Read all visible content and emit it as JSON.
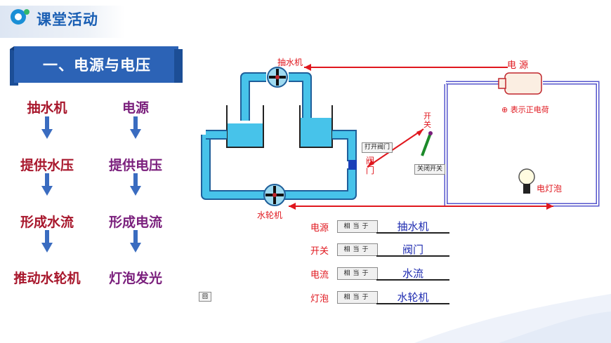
{
  "header": {
    "title": "课堂活动"
  },
  "banner": {
    "title": "一、电源与电压"
  },
  "flow": {
    "left": [
      "抽水机",
      "提供水压",
      "形成水流",
      "推动水轮机"
    ],
    "right": [
      "电源",
      "提供电压",
      "形成电流",
      "灯泡发光"
    ]
  },
  "diagram": {
    "pump_label": "抽水机",
    "turbine_label": "水轮机",
    "source_label": "电 源",
    "charge_label": "⊕ 表示正电荷",
    "switch_label": "开关",
    "valve_label": "阀门",
    "open_valve_btn": "打开阀门",
    "close_switch_btn": "关闭开关",
    "bulb_label": "电灯泡",
    "back_btn": "回"
  },
  "analogy": {
    "button_label": "相当于",
    "rows": [
      {
        "left": "电源",
        "answer": "抽水机"
      },
      {
        "left": "开关",
        "answer": "阀门"
      },
      {
        "left": "电流",
        "answer": "水流"
      },
      {
        "left": "灯泡",
        "answer": "水轮机"
      }
    ]
  },
  "colors": {
    "accent": "#1a5fb4",
    "banner": "#2c63b6",
    "water": "#3fbde0",
    "wire": "#6a6ad8",
    "red": "#e0171e"
  }
}
